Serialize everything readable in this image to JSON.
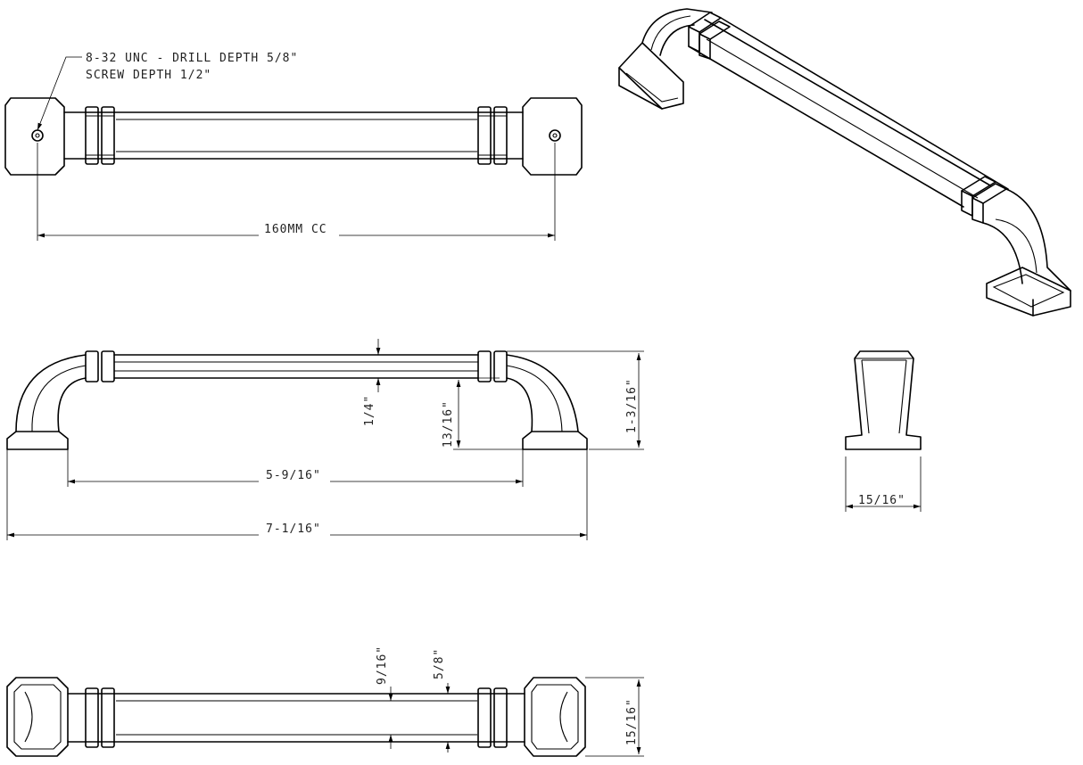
{
  "callouts": {
    "thread_line1": "8-32 UNC - DRILL DEPTH 5/8\"",
    "thread_line2": "SCREW DEPTH 1/2\""
  },
  "dimensions": {
    "center_to_center": "160MM CC",
    "bar_thickness": "1/4\"",
    "leg_height": "13/16\"",
    "overall_height": "1-3/16\"",
    "inside_span": "5-9/16\"",
    "overall_length": "7-1/16\"",
    "base_width_side": "15/16\"",
    "bar_width": "9/16\"",
    "bar_outer_width": "5/8\"",
    "base_width_bottom": "15/16\""
  }
}
